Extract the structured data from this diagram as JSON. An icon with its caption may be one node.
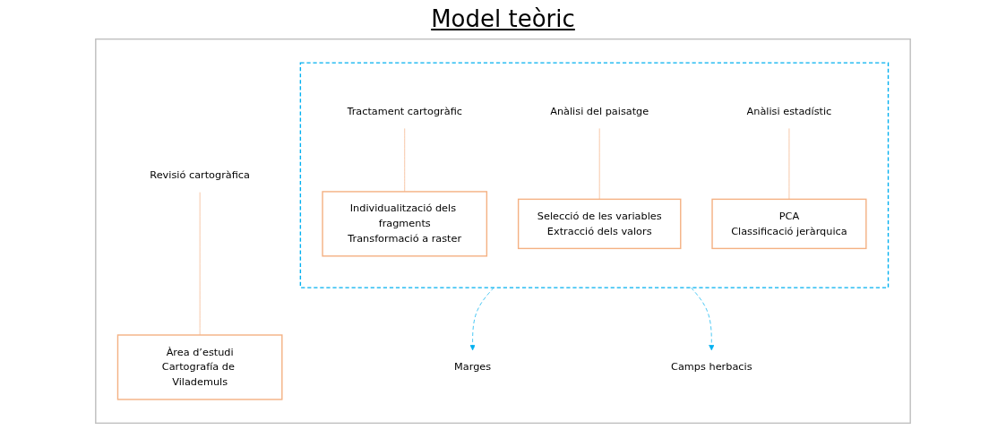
{
  "diagram": {
    "title": "Model teòric",
    "nodes": [
      {
        "text": [],
        "shape": "box"
      },
      {
        "text": [
          "Revisió cartogràfica"
        ],
        "in": 0
      },
      {
        "text": [
          "Àrea d’estudi",
          "Cartografía de Vilademuls"
        ],
        "in": 0
      },
      {
        "text": [],
        "shape": "box",
        "in": 0
      },
      {
        "text": [
          "Tractament cartogràfic"
        ],
        "in": 3
      },
      {
        "text": [
          "Individualització dels fragments",
          "Transformació a raster"
        ],
        "in": 3
      },
      {
        "text": [
          "Anàlisi del paisatge"
        ],
        "in": 3
      },
      {
        "text": [
          "Selecció de les variables",
          "Extracció dels valors"
        ],
        "in": 3
      },
      {
        "text": [
          "Anàlisi estadístic"
        ],
        "in": 3
      },
      {
        "text": [
          "PCA",
          "Classificació jeràrquica"
        ],
        "in": 3
      },
      {
        "text": [
          "Marges"
        ],
        "in": 0
      },
      {
        "text": [
          "Camps herbacis"
        ],
        "in": 0
      }
    ],
    "edges": [
      {
        "from": 1,
        "to": 2,
        "arrow": "none",
        "color": "#f4b183"
      },
      {
        "from": 4,
        "to": 5,
        "arrow": "none",
        "color": "#f4b183"
      },
      {
        "from": 6,
        "to": 7,
        "arrow": "none",
        "color": "#f4b183"
      },
      {
        "from": 8,
        "to": 9,
        "arrow": "none",
        "color": "#f4b183"
      },
      {
        "from": 3,
        "to": 10,
        "arrow": "to",
        "style": "dashed",
        "color": "#00b0f0"
      },
      {
        "from": 3,
        "to": 11,
        "arrow": "to",
        "style": "dashed",
        "color": "#00b0f0"
      }
    ]
  }
}
